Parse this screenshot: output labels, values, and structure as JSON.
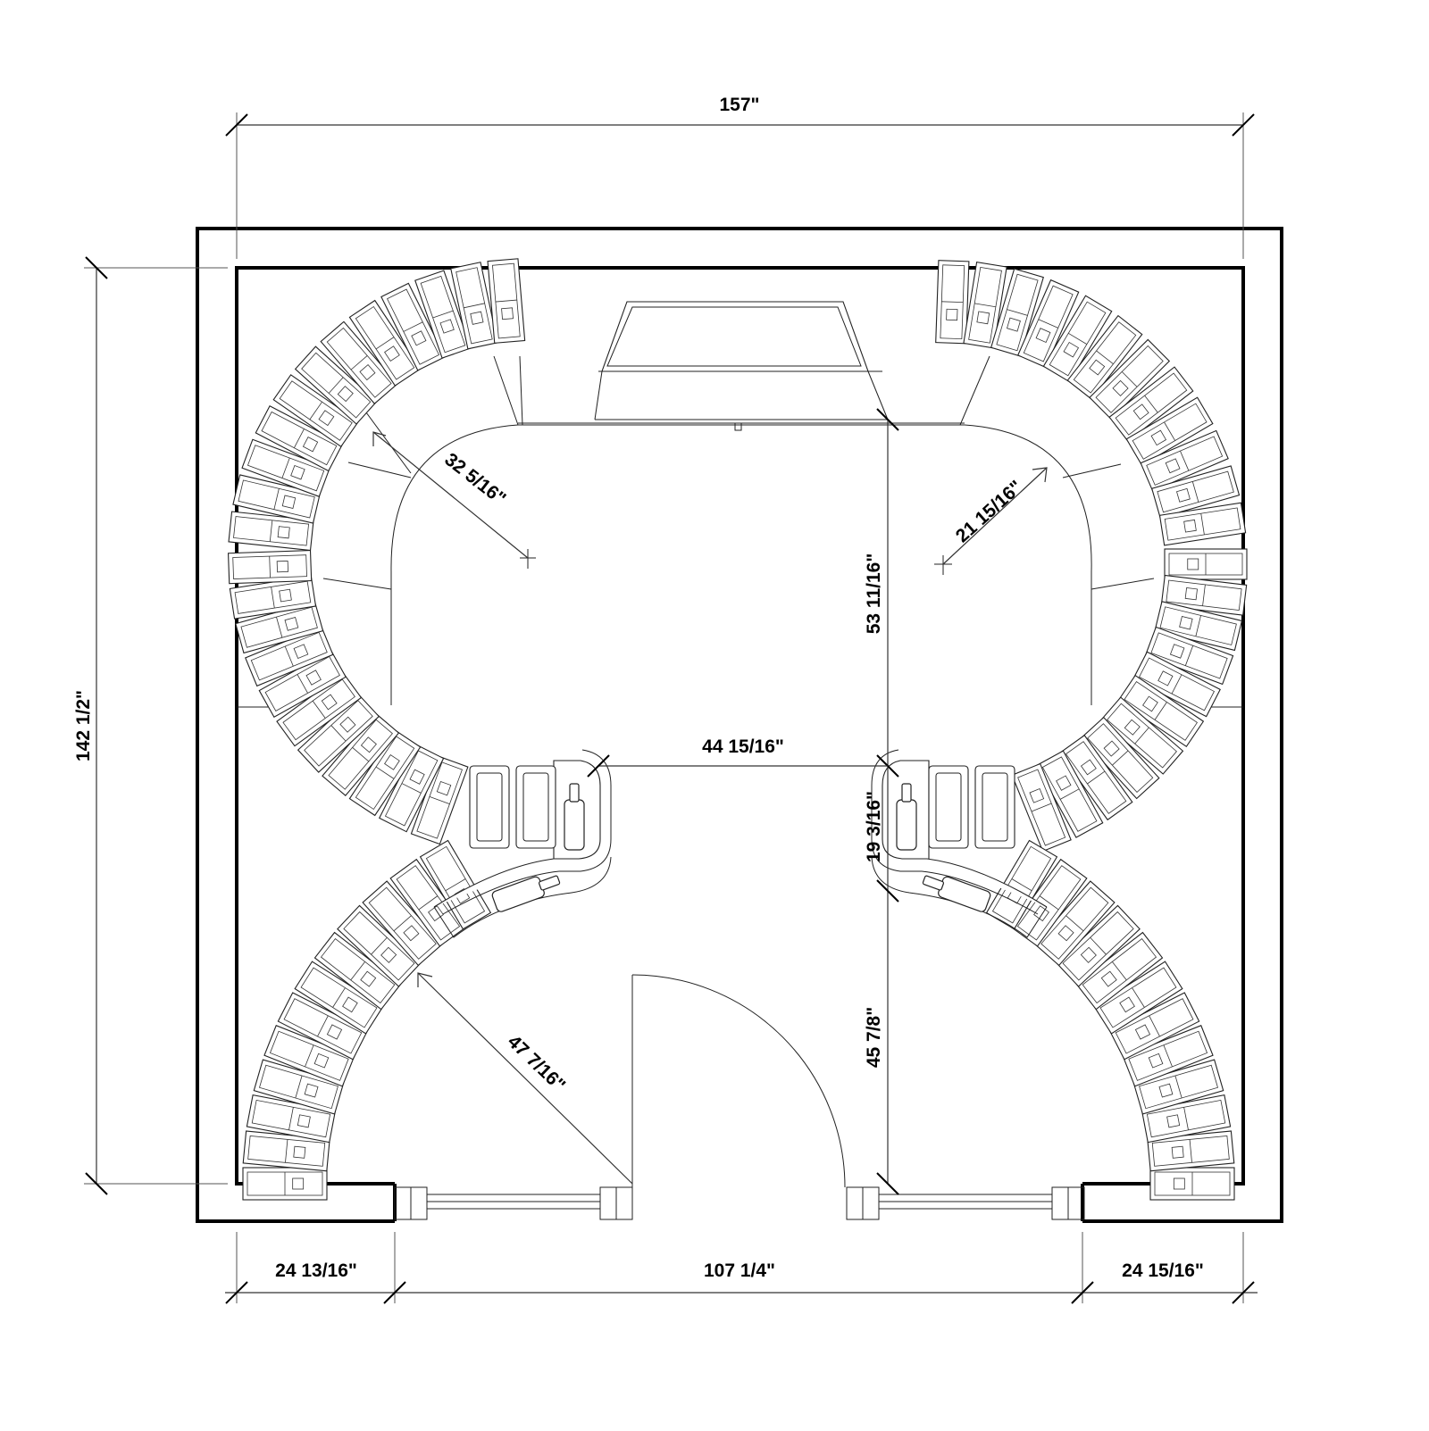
{
  "dimensions": {
    "overall_width": "157\"",
    "overall_height": "142 1/2\"",
    "left_top_radius": "32 5/16\"",
    "right_top_radius": "21 15/16\"",
    "center_vertical_upper": "53 11/16\"",
    "center_horizontal": "44 15/16\"",
    "right_counter_depth": "19 3/16\"",
    "bottom_left_radius": "47 7/16\"",
    "center_vertical_lower": "45 7/8\"",
    "bottom_left_segment": "24 13/16\"",
    "bottom_center_segment": "107 1/4\"",
    "bottom_right_segment": "24 15/16\""
  }
}
